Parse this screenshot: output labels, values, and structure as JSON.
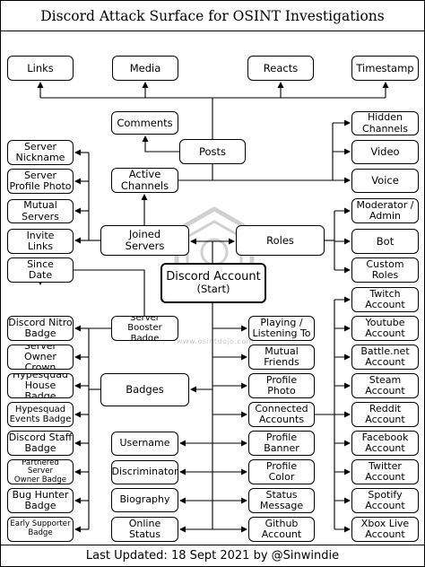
{
  "title": "Discord Attack Surface for OSINT Investigations",
  "footer": "Last Updated: 18 Sept 2021 by @Sinwindie",
  "watermark": {
    "text": "www.osintdojo.com"
  },
  "nodes": {
    "links": "Links",
    "media": "Media",
    "reacts": "Reacts",
    "timestamp": "Timestamp",
    "comments": "Comments",
    "posts": "Posts",
    "hidden_channels": "Hidden\nChannels",
    "video": "Video",
    "voice": "Voice",
    "server_nickname": "Server\nNickname",
    "server_profile_photo": "Server\nProfile Photo",
    "active_channels": "Active\nChannels",
    "mutual_servers": "Mutual\nServers",
    "moderator_admin": "Moderator /\nAdmin",
    "invite_links": "Invite\nLinks",
    "joined_servers": "Joined\nServers",
    "roles": "Roles",
    "bot": "Bot",
    "since_date": "Since\nDate",
    "custom_roles": "Custom\nRoles",
    "discord_account": "Discord Account",
    "start": "(Start)",
    "twitch_account": "Twitch\nAccount",
    "discord_nitro_badge": "Discord Nitro\nBadge",
    "server_booster_badge": "Server Booster\nBadge",
    "playing_listening": "Playing /\nListening To",
    "youtube_account": "Youtube\nAccount",
    "server_owner_crown": "Server Owner\nCrown",
    "mutual_friends": "Mutual\nFriends",
    "battlenet_account": "Battle.net\nAccount",
    "hypesquad_house_badge": "Hypesquad\nHouse Badge",
    "badges": "Badges",
    "profile_photo": "Profile\nPhoto",
    "steam_account": "Steam\nAccount",
    "hypesquad_events_badge": "Hypesquad\nEvents Badge",
    "connected_accounts": "Connected\nAccounts",
    "reddit_account": "Reddit\nAccount",
    "discord_staff_badge": "Discord Staff\nBadge",
    "username": "Username",
    "profile_banner": "Profile\nBanner",
    "facebook_account": "Facebook\nAccount",
    "partnered_server_owner_badge": "Partnered Server\nOwner Badge",
    "discriminator": "Discriminator",
    "profile_color": "Profile\nColor",
    "twitter_account": "Twitter\nAccount",
    "bug_hunter_badge": "Bug Hunter\nBadge",
    "biography": "Biography",
    "status_message": "Status\nMessage",
    "spotify_account": "Spotify\nAccount",
    "early_supporter_badge": "Early Supporter\nBadge",
    "online_status": "Online\nStatus",
    "github_account": "Github\nAccount",
    "xbox_live_account": "Xbox Live\nAccount"
  }
}
